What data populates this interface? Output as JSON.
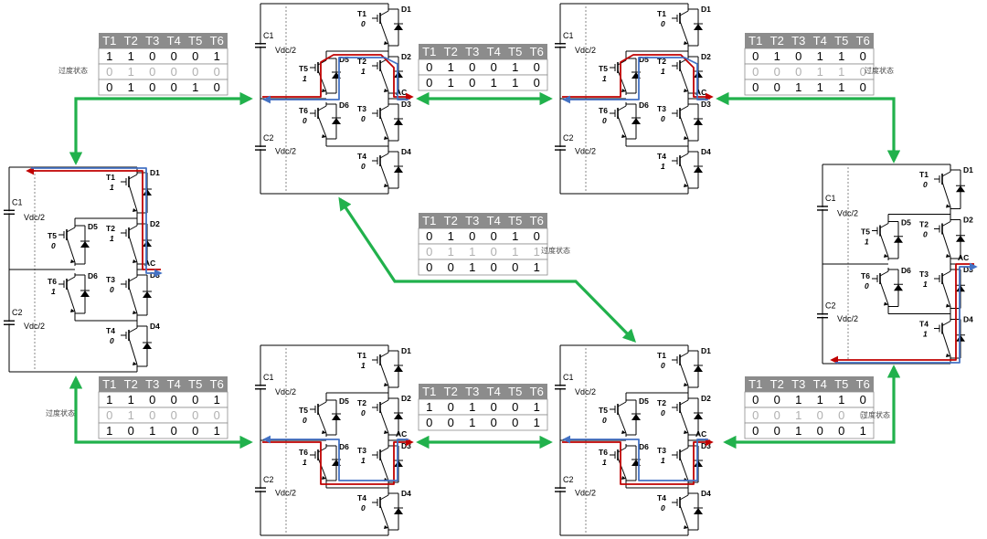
{
  "colors": {
    "arrow": "#21b14c",
    "red_path": "#c00000",
    "blue_path": "#4472c4",
    "table_header": "#8c8c8c"
  },
  "labels": {
    "c1": "C1",
    "c2": "C2",
    "vdc": "Vdc/2",
    "ac": "AC",
    "t1": "T1",
    "t2": "T2",
    "t3": "T3",
    "t4": "T4",
    "t5": "T5",
    "t6": "T6",
    "d1": "D1",
    "d2": "D2",
    "d3": "D3",
    "d4": "D4",
    "d5": "D5",
    "d6": "D6",
    "transition": "过度状态"
  },
  "table_header": [
    "T1",
    "T2",
    "T3",
    "T4",
    "T5",
    "T6"
  ],
  "tables": [
    {
      "id": "tl",
      "rows": [
        [
          "1",
          "1",
          "0",
          "0",
          "0",
          "1"
        ],
        [
          "0",
          "1",
          "0",
          "0",
          "0",
          "0"
        ],
        [
          "0",
          "1",
          "0",
          "0",
          "1",
          "0"
        ]
      ]
    },
    {
      "id": "tc",
      "rows": [
        [
          "0",
          "1",
          "0",
          "0",
          "1",
          "0"
        ],
        [
          "0",
          "1",
          "0",
          "1",
          "1",
          "0"
        ]
      ]
    },
    {
      "id": "tr",
      "rows": [
        [
          "0",
          "1",
          "0",
          "1",
          "1",
          "0"
        ],
        [
          "0",
          "0",
          "0",
          "1",
          "1",
          "0"
        ],
        [
          "0",
          "0",
          "1",
          "1",
          "1",
          "0"
        ]
      ]
    },
    {
      "id": "mid",
      "rows": [
        [
          "0",
          "1",
          "0",
          "0",
          "1",
          "0"
        ],
        [
          "0",
          "1",
          "1",
          "0",
          "1",
          "1"
        ],
        [
          "0",
          "0",
          "1",
          "0",
          "0",
          "1"
        ]
      ]
    },
    {
      "id": "bl",
      "rows": [
        [
          "1",
          "1",
          "0",
          "0",
          "0",
          "1"
        ],
        [
          "0",
          "1",
          "0",
          "0",
          "0",
          "0"
        ],
        [
          "1",
          "0",
          "1",
          "0",
          "0",
          "1"
        ]
      ]
    },
    {
      "id": "bc",
      "rows": [
        [
          "1",
          "0",
          "1",
          "0",
          "0",
          "1"
        ],
        [
          "0",
          "0",
          "1",
          "0",
          "0",
          "1"
        ]
      ]
    },
    {
      "id": "br",
      "rows": [
        [
          "0",
          "0",
          "1",
          "1",
          "1",
          "0"
        ],
        [
          "0",
          "0",
          "1",
          "0",
          "0",
          "0"
        ],
        [
          "0",
          "0",
          "1",
          "0",
          "0",
          "1"
        ]
      ]
    }
  ],
  "circuits": [
    {
      "id": "top-left",
      "states": {
        "t1": "0",
        "t2": "1",
        "t3": "0",
        "t4": "0",
        "t5": "1",
        "t6": "0"
      }
    },
    {
      "id": "top-right",
      "states": {
        "t1": "0",
        "t2": "1",
        "t3": "0",
        "t4": "1",
        "t5": "1",
        "t6": "0"
      }
    },
    {
      "id": "far-left",
      "states": {
        "t1": "1",
        "t2": "1",
        "t3": "0",
        "t4": "0",
        "t5": "0",
        "t6": "1"
      }
    },
    {
      "id": "far-right",
      "states": {
        "t1": "0",
        "t2": "0",
        "t3": "1",
        "t4": "1",
        "t5": "1",
        "t6": "0"
      }
    },
    {
      "id": "bottom-left",
      "states": {
        "t1": "1",
        "t2": "0",
        "t3": "1",
        "t4": "0",
        "t5": "0",
        "t6": "1"
      }
    },
    {
      "id": "bottom-right",
      "states": {
        "t1": "0",
        "t2": "0",
        "t3": "1",
        "t4": "0",
        "t5": "0",
        "t6": "1"
      }
    }
  ]
}
